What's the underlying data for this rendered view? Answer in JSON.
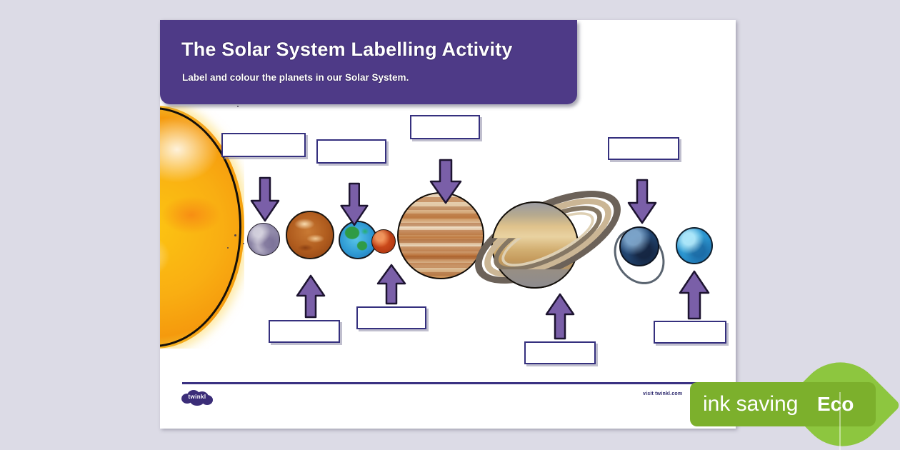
{
  "background_color": "#dcdbe6",
  "worksheet": {
    "header": {
      "title": "The Solar System Labelling Activity",
      "subtitle": "Label and colour the planets in our Solar System.",
      "background_color": "#4e3a87",
      "text_color": "#ffffff"
    },
    "page_background": "#ffffff",
    "bodies": [
      {
        "name": "sun",
        "label_color": "#f9ae12"
      },
      {
        "name": "mercury",
        "label_color": "#8d86a7"
      },
      {
        "name": "venus",
        "label_color": "#b05c1e"
      },
      {
        "name": "earth",
        "label_color": "#2f9ad4"
      },
      {
        "name": "mars",
        "label_color": "#bb3e15"
      },
      {
        "name": "jupiter",
        "label_color": "#c98e56"
      },
      {
        "name": "saturn",
        "label_color": "#dfc28c"
      },
      {
        "name": "uranus",
        "label_color": "#21446f"
      },
      {
        "name": "neptune",
        "label_color": "#2b95cf"
      }
    ],
    "label_boxes": [
      {
        "id": "box-mercury",
        "value": "",
        "placeholder": "",
        "points_to": "mercury",
        "arrow": "down"
      },
      {
        "id": "box-earth",
        "value": "",
        "placeholder": "",
        "points_to": "earth",
        "arrow": "down"
      },
      {
        "id": "box-jupiter",
        "value": "",
        "placeholder": "",
        "points_to": "jupiter",
        "arrow": "down"
      },
      {
        "id": "box-uranus",
        "value": "",
        "placeholder": "",
        "points_to": "uranus",
        "arrow": "down"
      },
      {
        "id": "box-venus",
        "value": "",
        "placeholder": "",
        "points_to": "venus",
        "arrow": "up"
      },
      {
        "id": "box-mars",
        "value": "",
        "placeholder": "",
        "points_to": "mars",
        "arrow": "up"
      },
      {
        "id": "box-saturn",
        "value": "",
        "placeholder": "",
        "points_to": "saturn",
        "arrow": "up"
      },
      {
        "id": "box-neptune",
        "value": "",
        "placeholder": "",
        "points_to": "neptune",
        "arrow": "up"
      }
    ],
    "arrow_color": "#7a5fa8",
    "box_border_color": "#35307e",
    "footer": {
      "logo_text": "twinkl",
      "visit_text": "visit twinkl.com",
      "rule_color": "#3a3182"
    }
  },
  "eco_badge": {
    "text_main": "ink saving",
    "text_eco": "Eco",
    "pill_color": "#7cb02c",
    "leaf_color": "#8dc63f"
  }
}
